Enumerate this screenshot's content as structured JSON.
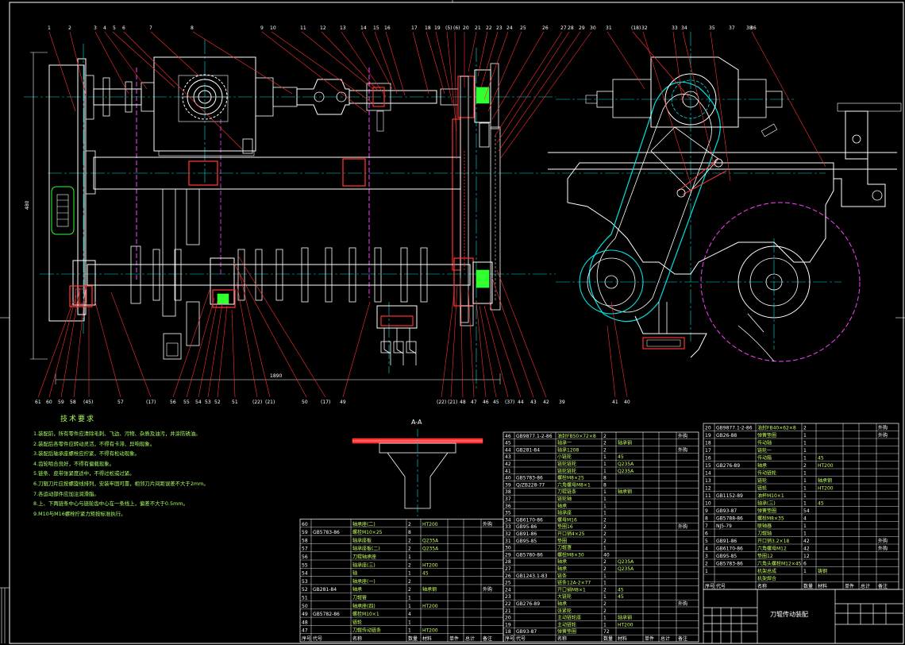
{
  "drawing": {
    "title": "刀辊传动装配",
    "section_label": "A-A",
    "notes_title": "技术要求",
    "notes": [
      "1.装配前，所有零件应清除毛刺、飞边、污物、杂质及油污，并涂防锈油。",
      "2.装配后各零件应转动灵活，不得有卡滞、异响现象。",
      "3.装配后轴承座螺栓应拧紧，不得有松动现象。",
      "4.齿轮啮合良好，不得有偏载现象。",
      "5.链条、皮带张紧度适中，不得过松或过紧。",
      "6.刀辊刀片应按螺旋线排列，安装牢固可靠，相邻刀片间距误差不大于2mm。",
      "7.各运动部件应加注润滑脂。",
      "8.上、下两链条中心与链轮齿中心在一条线上，偏差不大于0.5mm。",
      "9.M10与M16螺栓拧紧力矩按标准执行。"
    ],
    "top_callouts": [
      "1",
      "2",
      "3",
      "4",
      "5",
      "6",
      "7",
      "8",
      "9",
      "10",
      "11",
      "12",
      "13",
      "14",
      "15",
      "16",
      "17",
      "18",
      "19",
      "(5)",
      "(6)",
      "20",
      "21",
      "22",
      "23",
      "24",
      "25",
      "26",
      "27",
      "28",
      "29",
      "30",
      "31",
      "(18)",
      "32",
      "33",
      "34",
      "35",
      "36",
      "37",
      "38"
    ],
    "bottom_callouts": [
      "61",
      "60",
      "59",
      "58",
      "(45)",
      "57",
      "(17)",
      "56",
      "55",
      "54",
      "53",
      "52",
      "51",
      "(22)",
      "(21)",
      "50",
      "(17)",
      "49",
      "(22)",
      "(21)",
      "48",
      "47",
      "46",
      "45",
      "(37)",
      "44",
      "43",
      "42",
      "41",
      "40",
      "39"
    ],
    "dim_width": "1890",
    "dim_height": "480"
  },
  "bom_left": {
    "headers": [
      "序号",
      "代号",
      "名称",
      "数量",
      "材料",
      "单件",
      "总计",
      "备注"
    ],
    "rows": [
      [
        "60",
        "",
        "轴承座(二)",
        "2",
        "HT200",
        "",
        "",
        "外购"
      ],
      [
        "59",
        "GB5783-86",
        "螺栓M10×25",
        "8",
        "",
        "",
        "",
        ""
      ],
      [
        "58",
        "",
        "轴承座板",
        "2",
        "Q235A",
        "",
        "",
        ""
      ],
      [
        "57",
        "",
        "轴承座板(二)",
        "2",
        "Q235A",
        "",
        "",
        ""
      ],
      [
        "56",
        "",
        "刀辊轴承座",
        "1",
        "",
        "",
        "",
        ""
      ],
      [
        "55",
        "",
        "轴承座(三)",
        "2",
        "HT200",
        "",
        "",
        ""
      ],
      [
        "54",
        "",
        "轴",
        "1",
        "45",
        "",
        "",
        ""
      ],
      [
        "53",
        "",
        "轴承座(一)",
        "2",
        "",
        "",
        "",
        ""
      ],
      [
        "52",
        "GB281-84",
        "轴承",
        "2",
        "轴承钢",
        "",
        "",
        "外购"
      ],
      [
        "51",
        "",
        "刀辊管",
        "1",
        "",
        "",
        "",
        ""
      ],
      [
        "50",
        "",
        "轴承座(四)",
        "1",
        "HT200",
        "",
        "",
        ""
      ],
      [
        "49",
        "GB5782-86",
        "螺栓M10×1",
        "4",
        "",
        "",
        "",
        ""
      ],
      [
        "48",
        "",
        "链轮",
        "1",
        "",
        "",
        "",
        ""
      ],
      [
        "47",
        "",
        "刀辊传动链条",
        "1",
        "HT200",
        "",
        "",
        ""
      ]
    ]
  },
  "bom_mid": {
    "headers": [
      "序号",
      "代号",
      "名称",
      "数量",
      "材料",
      "单件",
      "总计",
      "备注"
    ],
    "rows": [
      [
        "46",
        "GB9877.1-2-86",
        "油封FB50×72×8",
        "2",
        "",
        "",
        "",
        "外购"
      ],
      [
        "45",
        "",
        "轴承一",
        "2",
        "轴承钢",
        "",
        "",
        ""
      ],
      [
        "44",
        "GB281-84",
        "轴承1208",
        "2",
        "",
        "",
        "",
        "外购"
      ],
      [
        "43",
        "",
        "小链轮",
        "1",
        "45",
        "",
        "",
        ""
      ],
      [
        "42",
        "",
        "链轮链轮",
        "1",
        "Q235A",
        "",
        "",
        ""
      ],
      [
        "41",
        "",
        "链轮链轮",
        "1",
        "Q235A",
        "",
        "",
        ""
      ],
      [
        "40",
        "GB5783-86",
        "螺栓M8×25",
        "8",
        "",
        "",
        "",
        ""
      ],
      [
        "39",
        "Q/ZB228-77",
        "六角螺母M8×1",
        "8",
        "",
        "",
        "",
        ""
      ],
      [
        "38",
        "",
        "刀辊链条",
        "1",
        "轴承钢",
        "",
        "",
        ""
      ],
      [
        "37",
        "",
        "链轮轴",
        "1",
        "",
        "",
        "",
        ""
      ],
      [
        "36",
        "",
        "轴承",
        "1",
        "",
        "",
        "",
        ""
      ],
      [
        "35",
        "",
        "轴承座",
        "1",
        "",
        "",
        "",
        ""
      ],
      [
        "34",
        "GB6170-86",
        "螺母M16",
        "2",
        "",
        "",
        "",
        ""
      ],
      [
        "33",
        "GB95-86",
        "垫圈16",
        "2",
        "",
        "",
        "",
        "外购"
      ],
      [
        "32",
        "GB91-86",
        "开口销4×25",
        "2",
        "",
        "",
        "",
        ""
      ],
      [
        "31",
        "GB95-85",
        "垫圈",
        "2",
        "",
        "",
        "",
        ""
      ],
      [
        "30",
        "",
        "刀辊罩",
        "1",
        "",
        "",
        "",
        ""
      ],
      [
        "29",
        "GB5780-86",
        "螺栓M8×30",
        "40",
        "",
        "",
        "",
        ""
      ],
      [
        "28",
        "",
        "轴承",
        "2",
        "Q235A",
        "",
        "",
        ""
      ],
      [
        "27",
        "",
        "轴承",
        "2",
        "Q235A",
        "",
        "",
        ""
      ],
      [
        "26",
        "GB1243.1-83",
        "链条",
        "1",
        "",
        "",
        "",
        ""
      ],
      [
        "25",
        "",
        "链条12A-2×77",
        "1",
        "",
        "",
        "",
        ""
      ],
      [
        "24",
        "",
        "开口销M8×1",
        "2",
        "45",
        "",
        "",
        ""
      ],
      [
        "23",
        "",
        "大链轮",
        "1",
        "45",
        "",
        "",
        ""
      ],
      [
        "22",
        "GB276-89",
        "轴承",
        "2",
        "",
        "",
        "",
        "外购"
      ],
      [
        "21",
        "",
        "张紧轮",
        "2",
        "",
        "",
        "",
        ""
      ],
      [
        "20",
        "",
        "主动链轮座",
        "1",
        "轴承钢",
        "",
        "",
        ""
      ],
      [
        "19",
        "",
        "主动链轮",
        "1",
        "HT200",
        "",
        "",
        ""
      ],
      [
        "18",
        "GB93-87",
        "弹簧垫圈",
        "72",
        "",
        "",
        "",
        ""
      ]
    ]
  },
  "bom_right": {
    "headers": [
      "序号",
      "代号",
      "名称",
      "数量",
      "材料",
      "单件",
      "总计",
      "备注"
    ],
    "rows": [
      [
        "20",
        "GB9877.1-2-86",
        "油封FB40×62×8",
        "2",
        "",
        "",
        "",
        "外购"
      ],
      [
        "19",
        "GB26-88",
        "弹簧垫圈",
        "1",
        "",
        "",
        "",
        "外购"
      ],
      [
        "18",
        "",
        "传动轴",
        "1",
        "",
        "",
        "",
        ""
      ],
      [
        "17",
        "",
        "链轮一",
        "1",
        "",
        "",
        "",
        ""
      ],
      [
        "16",
        "",
        "传动箱",
        "1",
        "45",
        "",
        "",
        ""
      ],
      [
        "15",
        "GB276-89",
        "轴承",
        "2",
        "HT200",
        "",
        "",
        ""
      ],
      [
        "14",
        "",
        "传动链轮",
        "1",
        "",
        "",
        "",
        ""
      ],
      [
        "13",
        "",
        "链轮",
        "1",
        "轴承钢",
        "",
        "",
        ""
      ],
      [
        "12",
        "",
        "链轮",
        "1",
        "HT200",
        "",
        "",
        ""
      ],
      [
        "11",
        "GB1152-89",
        "油杯M10×1",
        "1",
        "",
        "",
        "",
        ""
      ],
      [
        "10",
        "",
        "轴承(三)",
        "1",
        "45",
        "",
        "",
        ""
      ],
      [
        "9",
        "GB93-87",
        "弹簧垫圈",
        "54",
        "",
        "",
        "",
        ""
      ],
      [
        "8",
        "GB5788-86",
        "螺栓M8×35",
        "4",
        "",
        "",
        "",
        ""
      ],
      [
        "7",
        "NJ5-79",
        "联轴器",
        "1",
        "",
        "",
        "",
        ""
      ],
      [
        "6",
        "",
        "刀辊轴",
        "1",
        "",
        "",
        "",
        ""
      ],
      [
        "5",
        "GB91-86",
        "开口销3.2×18",
        "42",
        "",
        "",
        "",
        "外购"
      ],
      [
        "4",
        "GB6170-86",
        "六角螺母M12",
        "42",
        "",
        "",
        "",
        "外购"
      ],
      [
        "3",
        "GB95-85",
        "垫圈12",
        "12",
        "",
        "",
        "",
        ""
      ],
      [
        "2",
        "GB5783-86",
        "六角头螺栓M12×45",
        "6",
        "",
        "",
        "",
        ""
      ],
      [
        "1",
        "",
        "机架总成",
        "1",
        "铸钢",
        "",
        "",
        ""
      ],
      [
        "",
        "",
        "机架焊合",
        "",
        "",
        "",
        "",
        ""
      ]
    ]
  }
}
